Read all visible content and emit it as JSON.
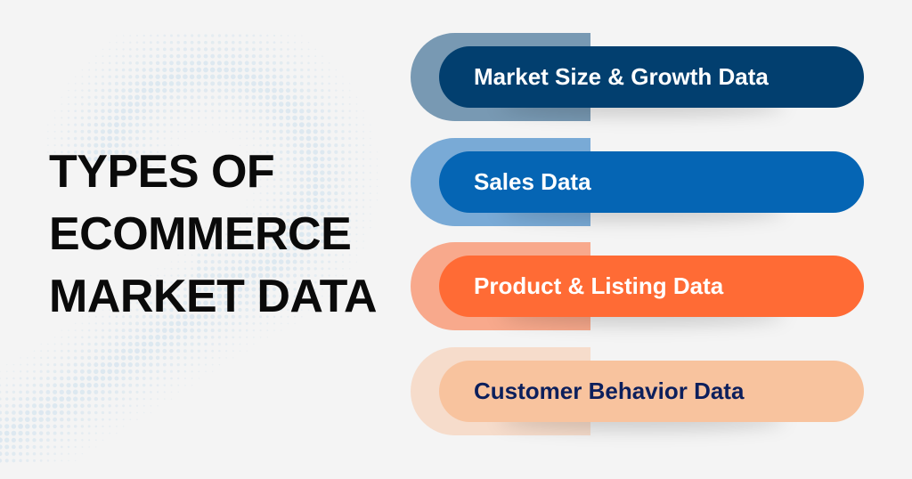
{
  "title": {
    "lines": [
      "TYPES OF",
      "ECOMMERCE",
      "MARKET DATA"
    ],
    "color": "#0a0a0a"
  },
  "background": {
    "color": "#f4f4f4",
    "pattern": "halftone-question-mark",
    "dot_color": "#d9e6ef"
  },
  "items": [
    {
      "label": "Market Size & Growth Data",
      "pill_color": "#023f6f",
      "backer_color": "#7899b3",
      "text_color": "#ffffff"
    },
    {
      "label": "Sales Data",
      "pill_color": "#0565b4",
      "backer_color": "#79aad6",
      "text_color": "#ffffff"
    },
    {
      "label": "Product & Listing Data",
      "pill_color": "#ff6b35",
      "backer_color": "#f8a98c",
      "text_color": "#ffffff"
    },
    {
      "label": "Customer Behavior Data",
      "pill_color": "#f8c39e",
      "backer_color": "#f6dccb",
      "text_color": "#0c1f5c"
    }
  ]
}
